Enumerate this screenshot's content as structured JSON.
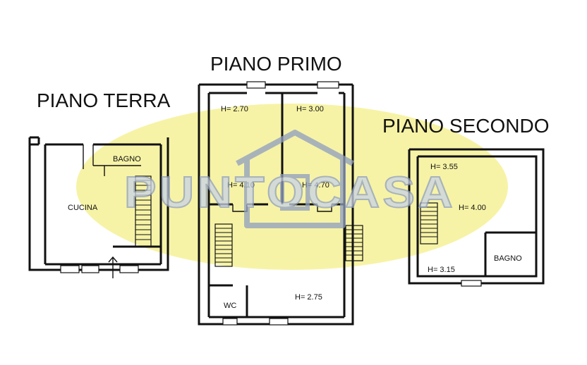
{
  "floors": {
    "terra": {
      "title": "PIANO TERRA",
      "rooms": {
        "cucina": "CUCINA",
        "bagno": "BAGNO"
      }
    },
    "primo": {
      "title": "PIANO PRIMO",
      "heights": {
        "h1": "H= 2.70",
        "h2": "H= 3.00",
        "h3": "H= 4.10",
        "h4": "H= 4.70",
        "h5": "H= 2.75"
      },
      "rooms": {
        "wc": "WC"
      }
    },
    "secondo": {
      "title": "PIANO SECONDO",
      "heights": {
        "h1": "H= 3.55",
        "h2": "H= 4.00",
        "h3": "H= 3.15"
      },
      "rooms": {
        "bagno": "BAGNO"
      }
    }
  },
  "watermark": {
    "text": "PUNTOCASA",
    "ellipse_color": "#f7f3a6",
    "text_color": "#c9d3e6"
  }
}
